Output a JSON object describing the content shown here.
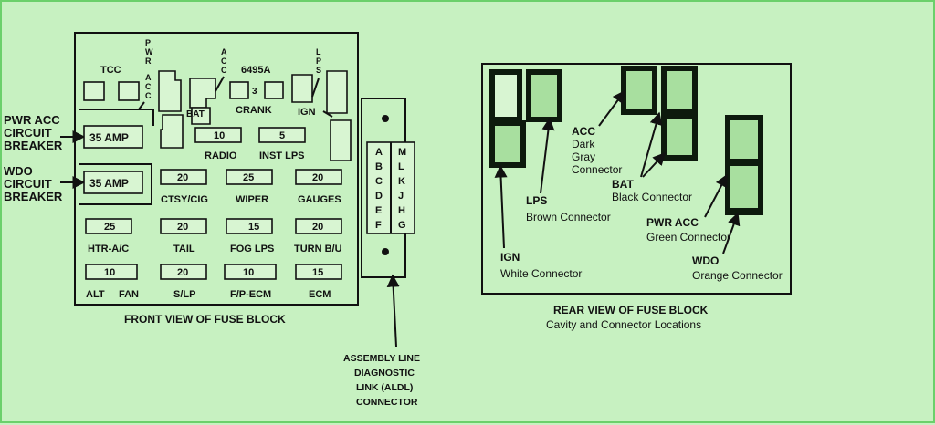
{
  "colors": {
    "background": "#c7f1c1",
    "ink": "#111111",
    "connector_fill": "#a8df9f"
  },
  "front": {
    "title": "FRONT VIEW OF FUSE BLOCK",
    "pwr_acc_cb": [
      "PWR ACC",
      "CIRCUIT",
      "BREAKER"
    ],
    "wdo_cb": [
      "WDO",
      "CIRCUIT",
      "BREAKER"
    ],
    "amp_35": "35 AMP",
    "tcc": "TCC",
    "pwr_v": "PWR",
    "acc_v": "ACC",
    "lps_v": "LPS",
    "part_no": "6495A",
    "three": "3",
    "crank": "CRANK",
    "bat": "BAT",
    "ign": "IGN",
    "fuses": [
      {
        "value": "10",
        "label": "RADIO"
      },
      {
        "value": "5",
        "label": "INST LPS"
      },
      {
        "value": "20",
        "label": "CTSY/CIG"
      },
      {
        "value": "25",
        "label": "WIPER"
      },
      {
        "value": "20",
        "label": "GAUGES"
      },
      {
        "value": "25",
        "label": "HTR-A/C"
      },
      {
        "value": "20",
        "label": "TAIL"
      },
      {
        "value": "15",
        "label": "FOG LPS"
      },
      {
        "value": "20",
        "label": "TURN B/U"
      },
      {
        "value": "10",
        "label": "ALT"
      },
      {
        "value": "",
        "label": "FAN"
      },
      {
        "value": "20",
        "label": "S/LP"
      },
      {
        "value": "10",
        "label": "F/P-ECM"
      },
      {
        "value": "15",
        "label": "ECM"
      }
    ]
  },
  "aldl": {
    "pins_left": [
      "A",
      "B",
      "C",
      "D",
      "E",
      "F"
    ],
    "pins_right": [
      "M",
      "L",
      "K",
      "J",
      "H",
      "G"
    ],
    "label": [
      "ASSEMBLY LINE",
      "DIAGNOSTIC",
      "LINK (ALDL)",
      "CONNECTOR"
    ]
  },
  "rear": {
    "title": "REAR VIEW OF FUSE BLOCK",
    "subtitle": "Cavity and Connector Locations",
    "acc": [
      "ACC",
      "Dark",
      "Gray",
      "Connector"
    ],
    "lps": [
      "LPS",
      "Brown Connector"
    ],
    "bat": [
      "BAT",
      "Black Connector"
    ],
    "ign": [
      "IGN",
      "White Connector"
    ],
    "pwr_acc": [
      "PWR ACC",
      "Green Connector"
    ],
    "wdo": [
      "WDO",
      "Orange Connector"
    ]
  }
}
